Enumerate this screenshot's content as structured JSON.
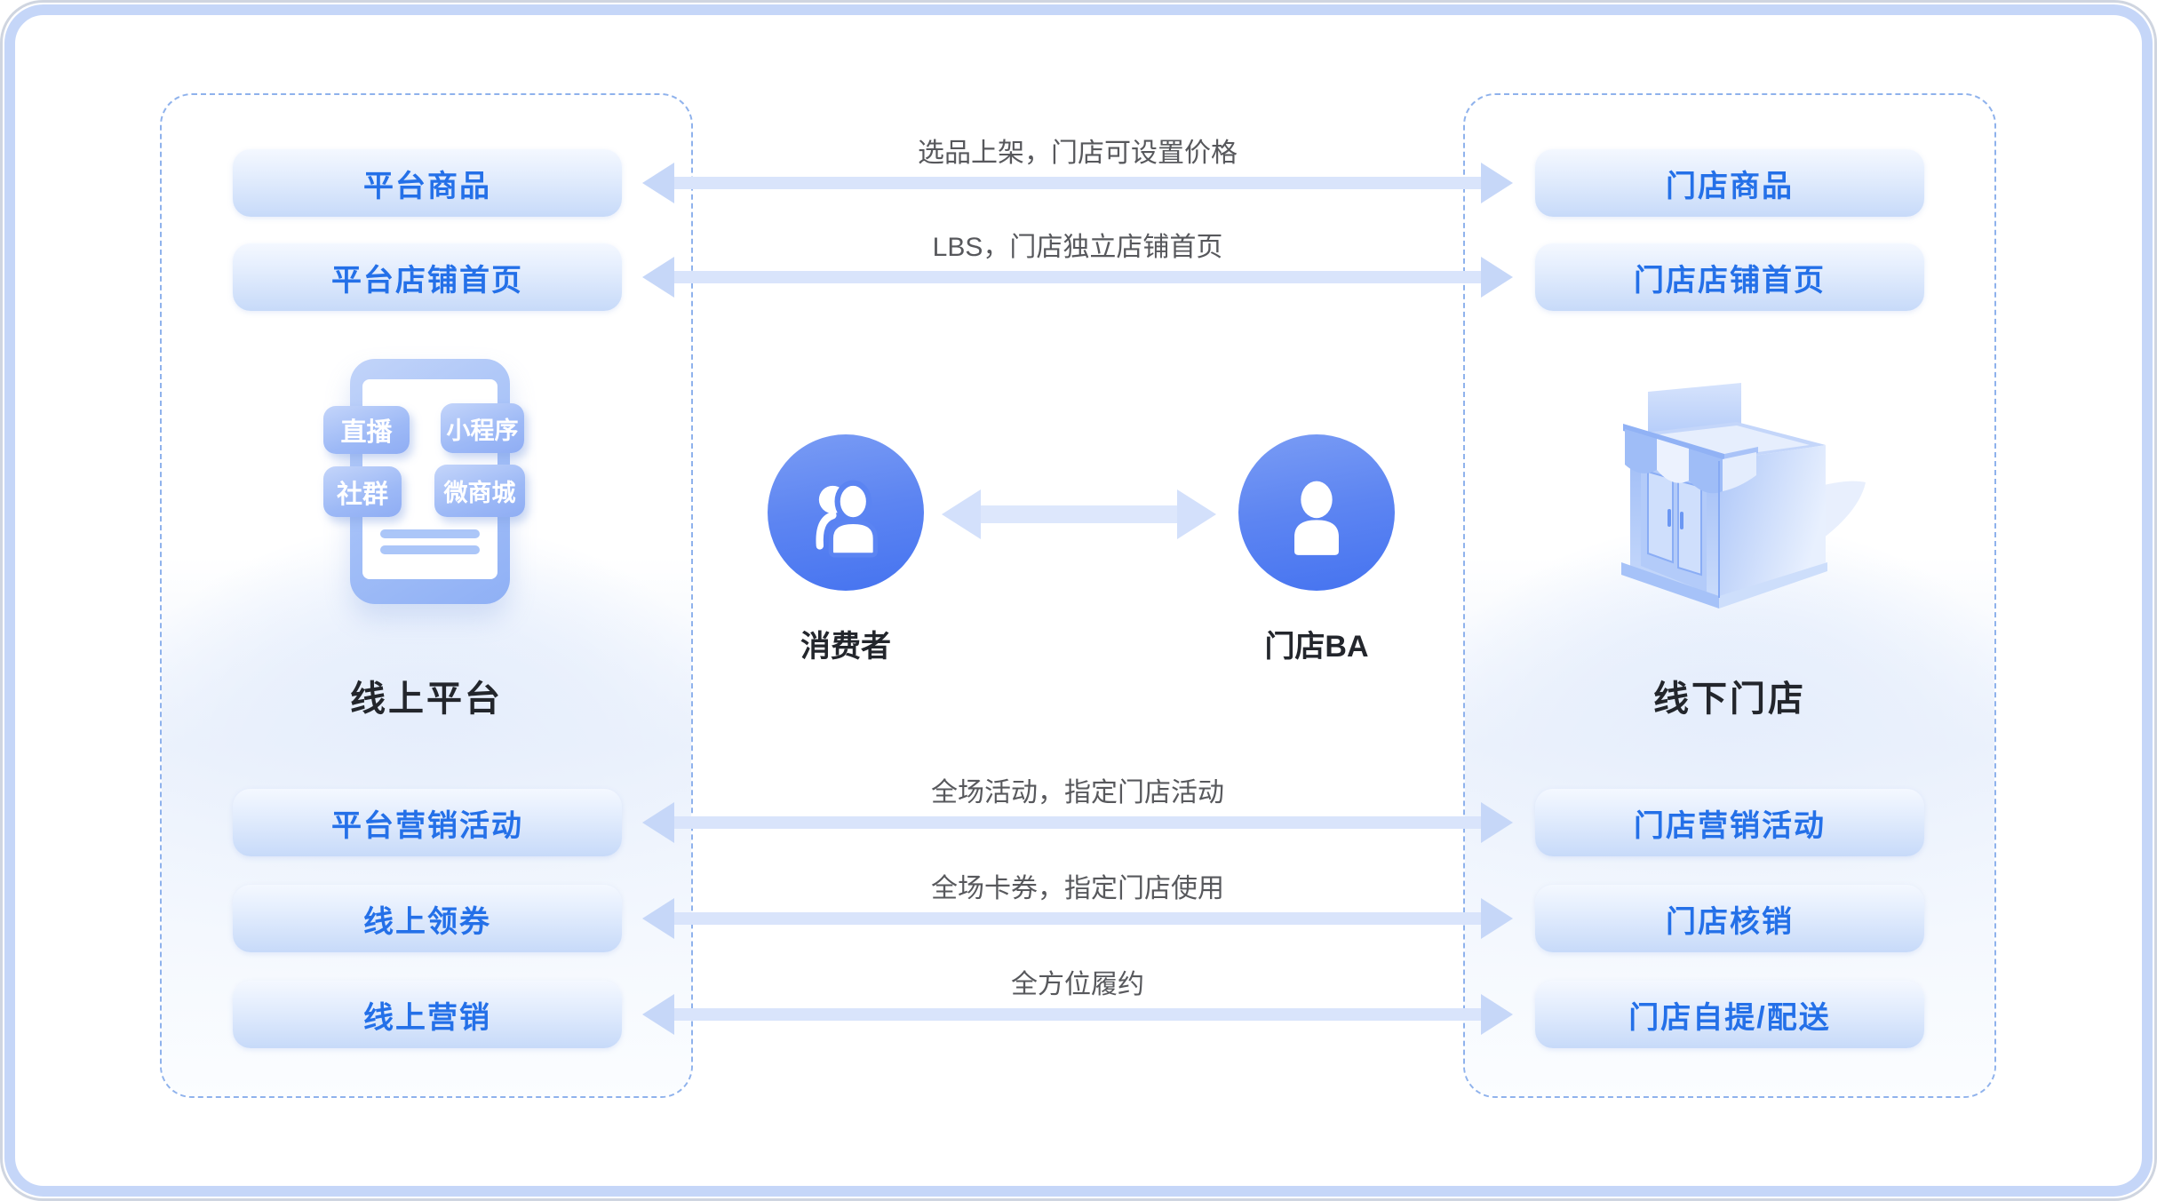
{
  "diagram": {
    "left_panel": {
      "label": "线上平台",
      "top_buttons": [
        {
          "label": "平台商品"
        },
        {
          "label": "平台店铺首页"
        }
      ],
      "bottom_buttons": [
        {
          "label": "平台营销活动"
        },
        {
          "label": "线上领券"
        },
        {
          "label": "线上营销"
        }
      ],
      "phone_tags": [
        {
          "label": "直播"
        },
        {
          "label": "小程序"
        },
        {
          "label": "社群"
        },
        {
          "label": "微商城"
        }
      ]
    },
    "right_panel": {
      "label": "线下门店",
      "top_buttons": [
        {
          "label": "门店商品"
        },
        {
          "label": "门店店铺首页"
        }
      ],
      "bottom_buttons": [
        {
          "label": "门店营销活动"
        },
        {
          "label": "门店核销"
        },
        {
          "label": "门店自提/配送"
        }
      ]
    },
    "actors": {
      "consumer": {
        "label": "消费者",
        "icon": "users-icon"
      },
      "store_ba": {
        "label": "门店BA",
        "icon": "user-icon"
      }
    },
    "flows": {
      "top": [
        {
          "label": "选品上架，门店可设置价格"
        },
        {
          "label": "LBS，门店独立店铺首页"
        }
      ],
      "bottom": [
        {
          "label": "全场活动，指定门店活动"
        },
        {
          "label": "全场卡券，指定门店使用"
        },
        {
          "label": "全方位履约"
        }
      ]
    },
    "colors": {
      "accent_text": "#2470e8",
      "frame_border": "#c5d6f8",
      "dashed_border": "#8fb2ec",
      "arrow_shaft": "#d9e4fb",
      "arrow_head": "#c6d7f8",
      "actor_gradient_top": "#7a9cf4",
      "actor_gradient_bottom": "#4573f0",
      "dark_label": "#23262c",
      "gray_label": "#57585c"
    }
  }
}
